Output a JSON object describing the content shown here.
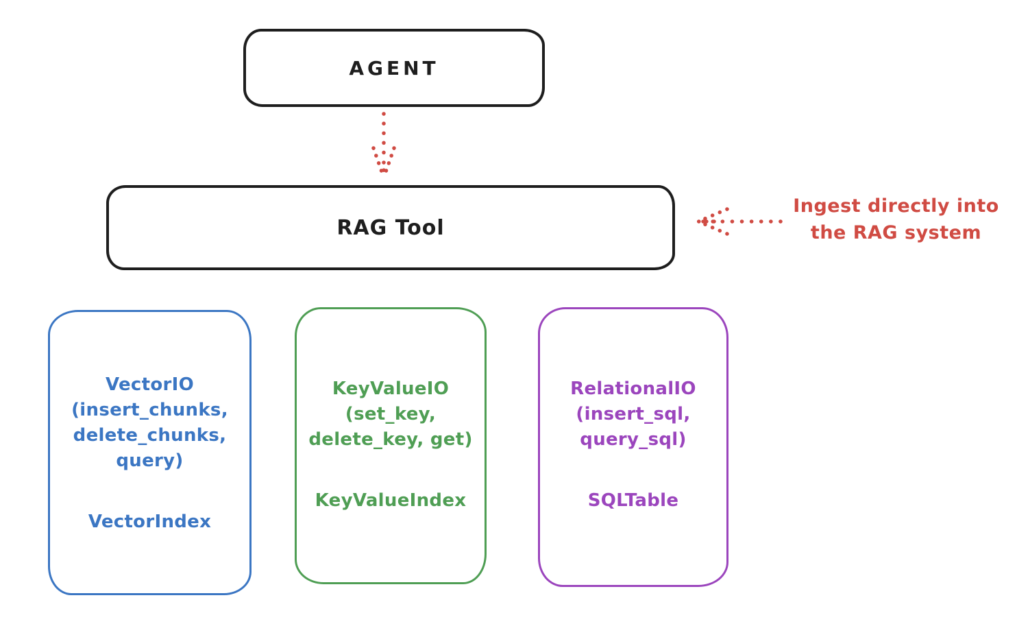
{
  "colors": {
    "black": "#1e1e1e",
    "red": "#d04b43",
    "blue": "#3b76c3",
    "green": "#4f9e54",
    "purple": "#9b45bd",
    "background": "#ffffff"
  },
  "agent_box": {
    "label": "AGENT"
  },
  "rag_box": {
    "label": "RAG Tool"
  },
  "arrows": {
    "agent_to_rag": "dotted-arrow-down",
    "ingest_to_rag": "dotted-arrow-left",
    "color": "#d04b43"
  },
  "annotation": {
    "line1": "Ingest directly into",
    "line2": "the RAG system",
    "color": "#d04b43"
  },
  "storage_boxes": [
    {
      "id": "vector-io",
      "color": "#3b76c3",
      "lines": [
        "VectorIO",
        "(insert_chunks,",
        "delete_chunks,",
        "query)"
      ],
      "index_label": "VectorIndex"
    },
    {
      "id": "key-value-io",
      "color": "#4f9e54",
      "lines": [
        "KeyValueIO",
        "(set_key,",
        "delete_key, get)"
      ],
      "index_label": "KeyValueIndex"
    },
    {
      "id": "relational-io",
      "color": "#9b45bd",
      "lines": [
        "RelationalIO",
        "(insert_sql,",
        "query_sql)"
      ],
      "index_label": "SQLTable"
    }
  ]
}
